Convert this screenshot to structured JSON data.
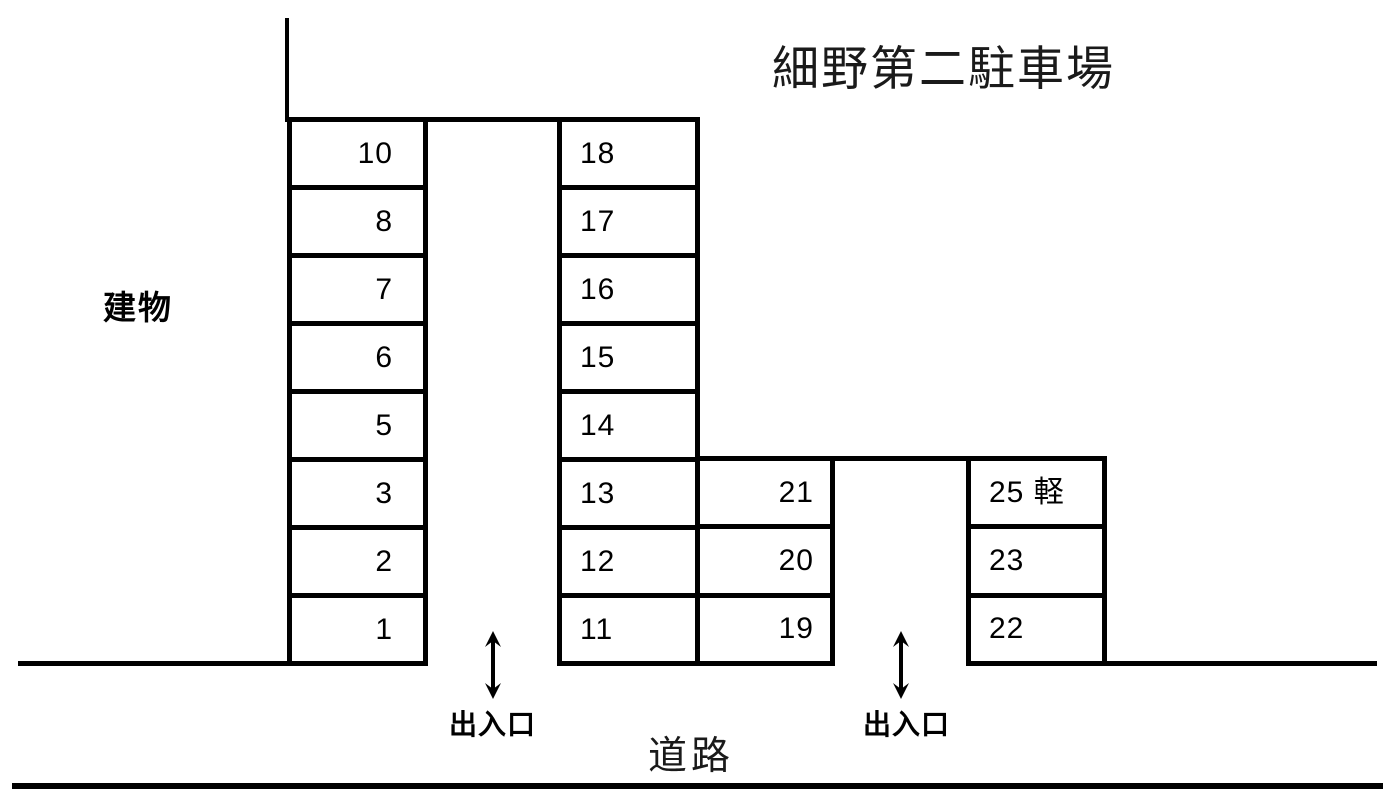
{
  "title": "細野第二駐車場",
  "building_label": "建物",
  "road_label": "道路",
  "entrances": [
    {
      "label": "出入口"
    },
    {
      "label": "出入口"
    }
  ],
  "columns": [
    {
      "name": "west-row",
      "align": "right",
      "spaces": [
        "10",
        "8",
        "7",
        "6",
        "5",
        "3",
        "2",
        "1"
      ]
    },
    {
      "name": "center-north-row",
      "align": "left",
      "spaces": [
        "18",
        "17",
        "16",
        "15",
        "14",
        "13",
        "12",
        "11"
      ]
    },
    {
      "name": "center-south-row",
      "align": "right",
      "spaces": [
        "21",
        "20",
        "19"
      ]
    },
    {
      "name": "east-row",
      "align": "left",
      "spaces": [
        "25 軽",
        "23",
        "22"
      ]
    }
  ],
  "icons": {
    "entrance_arrow": "double-vertical-arrow"
  },
  "colors": {
    "line": "#000000",
    "background": "#ffffff",
    "text": "#1a1a1a"
  }
}
